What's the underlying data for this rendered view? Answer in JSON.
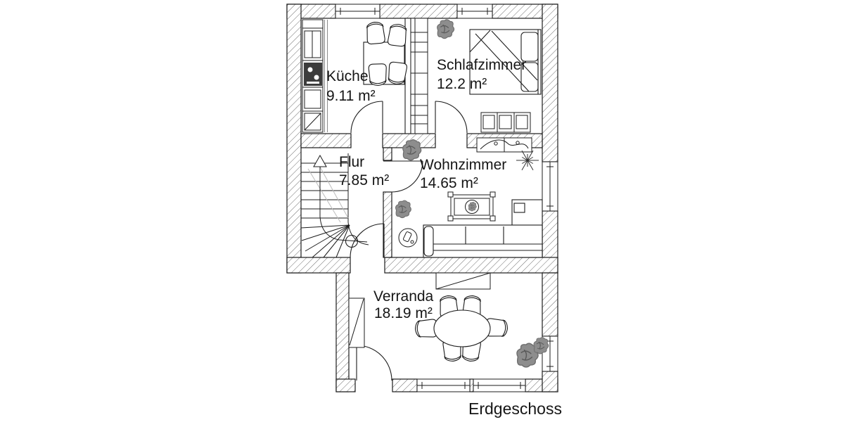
{
  "title": "Erdgeschoss",
  "rooms": {
    "kueche": {
      "name": "Küche",
      "area": "9.11 m²"
    },
    "schlafzimmer": {
      "name": "Schlafzimmer",
      "area": "12.2 m²"
    },
    "flur": {
      "name": "Flur",
      "area": "7.85 m²"
    },
    "wohnzimmer": {
      "name": "Wohnzimmer",
      "area": "14.65 m²"
    },
    "veranda": {
      "name": "Verranda",
      "area": "18.19 m²"
    }
  },
  "colors": {
    "line": "#1c1c1c",
    "wall_hatch": "#6e6e6e",
    "plant": "#8d8d8d",
    "background": "#ffffff"
  }
}
